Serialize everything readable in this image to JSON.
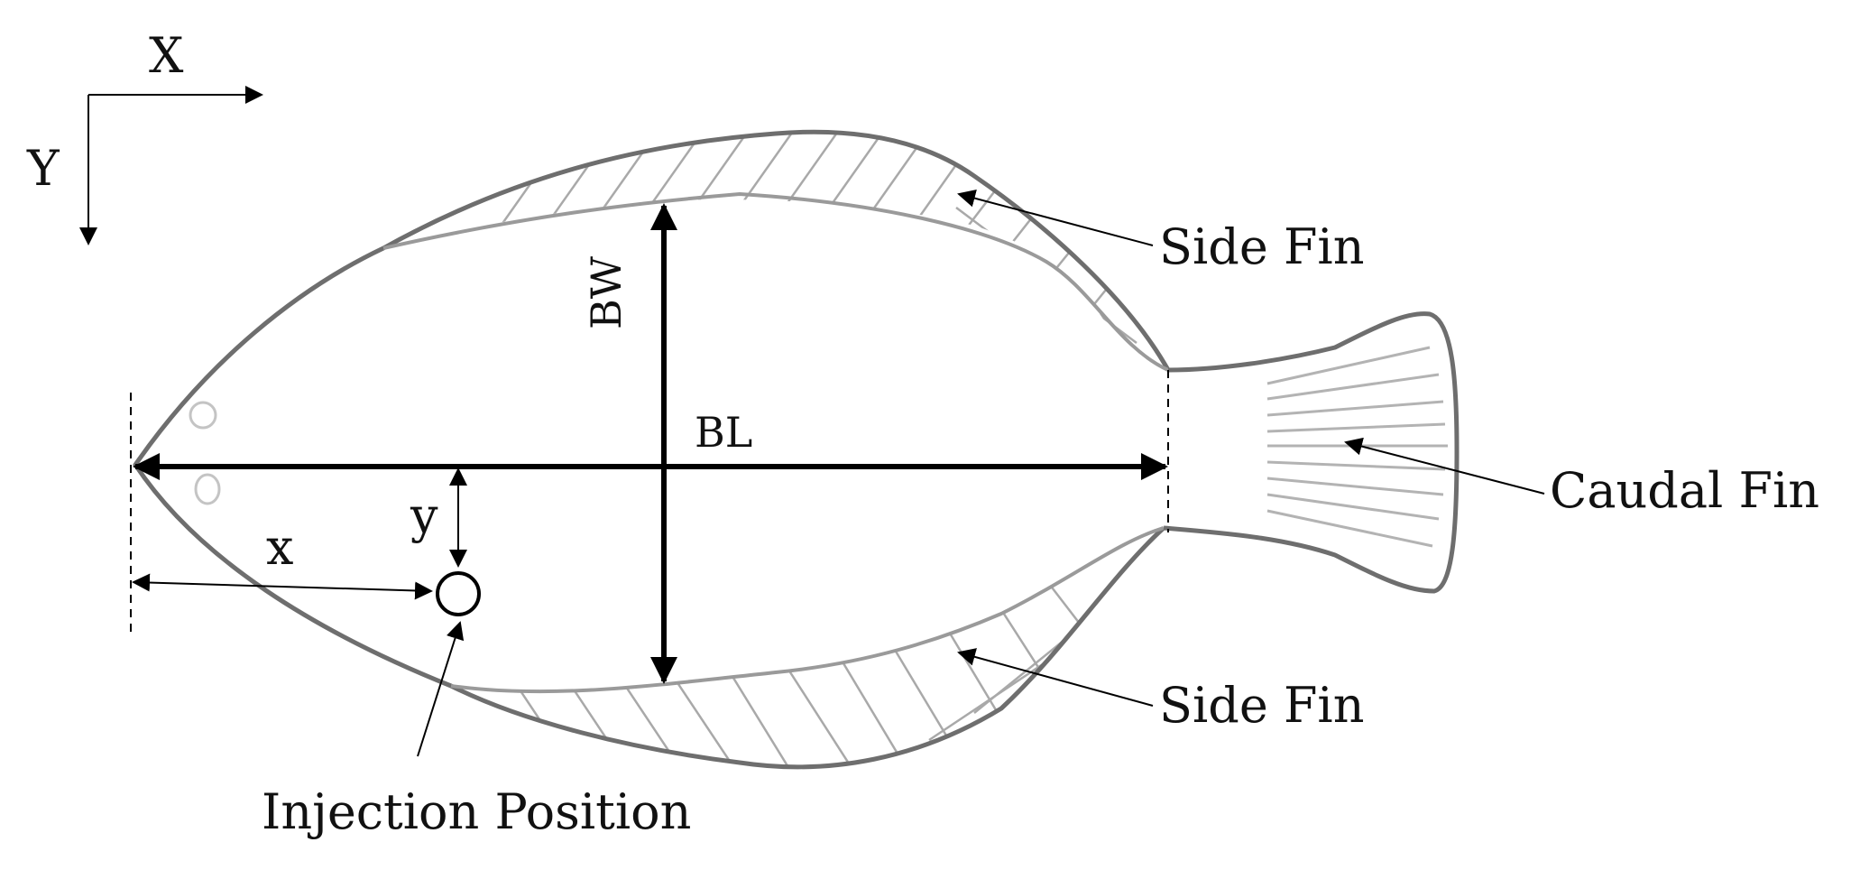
{
  "axes": {
    "x_label": "X",
    "y_label": "Y"
  },
  "dimensions": {
    "body_width": "BW",
    "body_length": "BL",
    "offset_x": "x",
    "offset_y": "y"
  },
  "labels": {
    "side_fin_top": "Side Fin",
    "side_fin_bottom": "Side Fin",
    "caudal_fin": "Caudal Fin",
    "injection_position": "Injection Position"
  }
}
